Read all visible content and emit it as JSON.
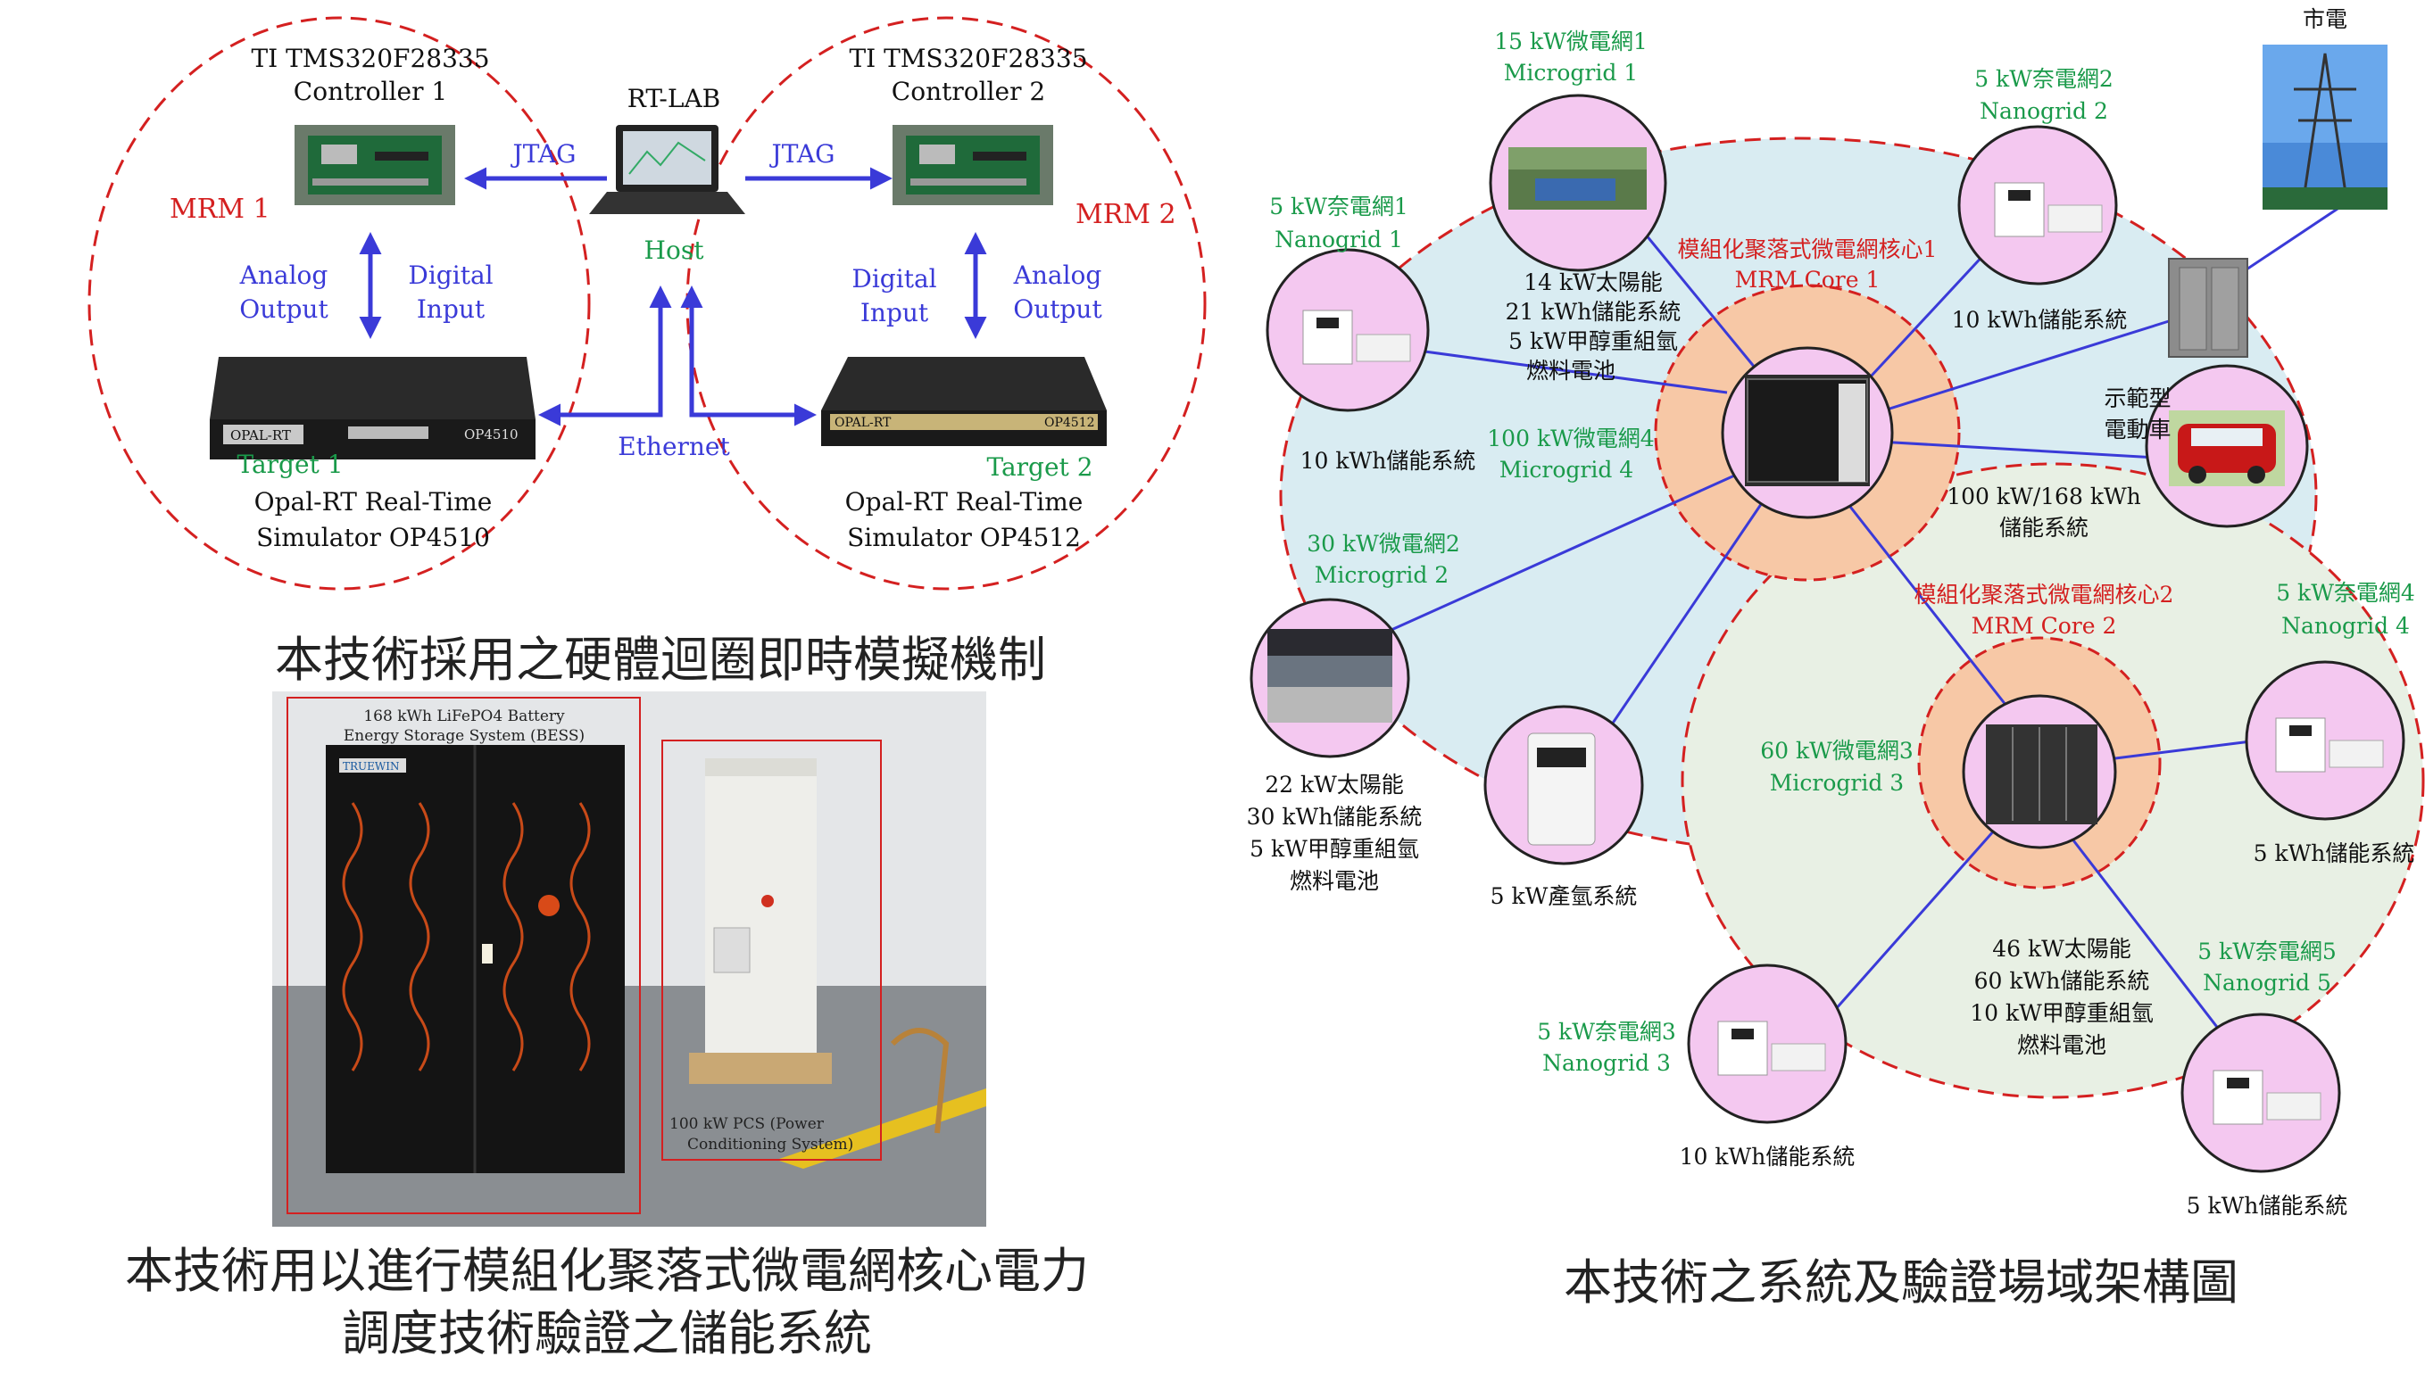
{
  "colors": {
    "blue_line": "#3a3ad8",
    "red_dash": "#d42020",
    "green_text": "#1a9a4a",
    "red_text": "#d42020",
    "pink_node": "#f4c8f0",
    "light_blue_region": "#d9ecf2",
    "light_green_region": "#e8f0e4",
    "orange_core": "#f7c8a6"
  },
  "left": {
    "mrm1_label": "MRM 1",
    "mrm2_label": "MRM 2",
    "controller1_line1": "TI TMS320F28335",
    "controller1_line2": "Controller 1",
    "controller2_line1": "TI TMS320F28335",
    "controller2_line2": "Controller 2",
    "rtlab": "RT-LAB",
    "host": "Host",
    "jtag": "JTAG",
    "analog_output_1": "Analog",
    "analog_output_2": "Output",
    "digital_input_1": "Digital",
    "digital_input_2": "Input",
    "ethernet": "Ethernet",
    "target1": "Target 1",
    "target2": "Target 2",
    "sim1_line1": "Opal-RT Real-Time",
    "sim1_line2": "Simulator OP4510",
    "sim2_line1": "Opal-RT Real-Time",
    "sim2_line2": "Simulator OP4512",
    "device_opal": "OPAL-RT",
    "device_op4510": "OP4510",
    "device_op4512": "OP4512",
    "caption_top": "本技術採用之硬體迴圈即時模擬機制",
    "photo_bess_line1": "168 kWh LiFePO4 Battery",
    "photo_bess_line2": "Energy Storage System (BESS)",
    "photo_pcs_line1": "100 kW PCS (Power",
    "photo_pcs_line2": "Conditioning System)",
    "photo_brand": "TRUEWIN",
    "caption_bottom_line1": "本技術用以進行模組化聚落式微電網核心電力",
    "caption_bottom_line2": "調度技術驗證之儲能系統"
  },
  "right": {
    "grid_label": "市電",
    "mg1_line1": "15 kW微電網1",
    "mg1_line2": "Microgrid 1",
    "ng2_line1": "5 kW奈電網2",
    "ng2_line2": "Nanogrid 2",
    "ng1_line1": "5 kW奈電網1",
    "ng1_line2": "Nanogrid 1",
    "core1_line1": "模組化聚落式微電網核心1",
    "core1_line2": "MRM Core 1",
    "mg1_desc_1": "14 kW太陽能",
    "mg1_desc_2": "21 kWh儲能系統",
    "mg1_desc_3": "5 kW甲醇重組氫",
    "mg1_desc_4": "燃料電池",
    "ng2_desc": "10 kWh儲能系統",
    "ev_line1": "示範型",
    "ev_line2": "電動車",
    "ng1_desc": "10 kWh儲能系統",
    "mg4_line1": "100 kW微電網4",
    "mg4_line2": "Microgrid 4",
    "storage_line1": "100 kW/168 kWh",
    "storage_line2": "儲能系統",
    "mg2_line1": "30 kW微電網2",
    "mg2_line2": "Microgrid 2",
    "core2_line1": "模組化聚落式微電網核心2",
    "core2_line2": "MRM Core 2",
    "ng4_line1": "5 kW奈電網4",
    "ng4_line2": "Nanogrid 4",
    "mg3_line1": "60 kW微電網3",
    "mg3_line2": "Microgrid 3",
    "ng4_desc": "5 kWh儲能系統",
    "mg2_desc_1": "22 kW太陽能",
    "mg2_desc_2": "30 kWh儲能系統",
    "mg2_desc_3": "5 kW甲醇重組氫",
    "mg2_desc_4": "燃料電池",
    "h2_desc": "5 kW產氫系統",
    "mg3_desc_1": "46 kW太陽能",
    "mg3_desc_2": "60 kWh儲能系統",
    "mg3_desc_3": "10 kW甲醇重組氫",
    "mg3_desc_4": "燃料電池",
    "ng5_line1": "5 kW奈電網5",
    "ng5_line2": "Nanogrid 5",
    "ng3_line1": "5 kW奈電網3",
    "ng3_line2": "Nanogrid 3",
    "ng3_desc": "10 kWh儲能系統",
    "ng5_desc": "5 kWh儲能系統",
    "caption": "本技術之系統及驗證場域架構圖"
  }
}
